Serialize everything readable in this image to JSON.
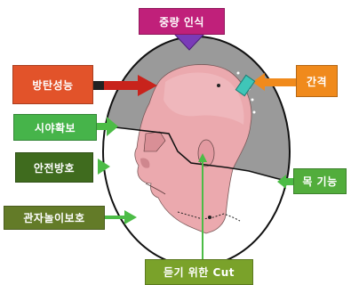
{
  "labels": {
    "top": {
      "text": "중량 인식",
      "bg": "#c0207a"
    },
    "left1": {
      "text": "방탄성능",
      "bg": "#e2532a"
    },
    "left2": {
      "text": "시야확보",
      "bg": "#46b44a"
    },
    "left3": {
      "text": "안전방호",
      "bg": "#3f6b1e"
    },
    "left4": {
      "text": "관자놀이보호",
      "bg": "#637b28"
    },
    "right1": {
      "text": "간격",
      "bg": "#f08a1c"
    },
    "right2": {
      "text": "목 기능",
      "bg": "#52ad3c"
    },
    "bottom": {
      "text": "듣기 위한 Cut",
      "bg": "#7aa22a"
    }
  },
  "colors": {
    "helmet_shell": "#999999",
    "face_skin": "#e9a8ae",
    "outline": "#222222",
    "arrow_purple": "#7a3bb8",
    "arrow_red": "#c8231c",
    "arrow_orange": "#f08a1c",
    "arrow_green": "#4cbc46",
    "arrow_teal": "#3fc6b8"
  },
  "icons": [
    "arrow-down-icon",
    "arrow-right-icon",
    "arrow-left-icon",
    "arrow-up-icon"
  ]
}
